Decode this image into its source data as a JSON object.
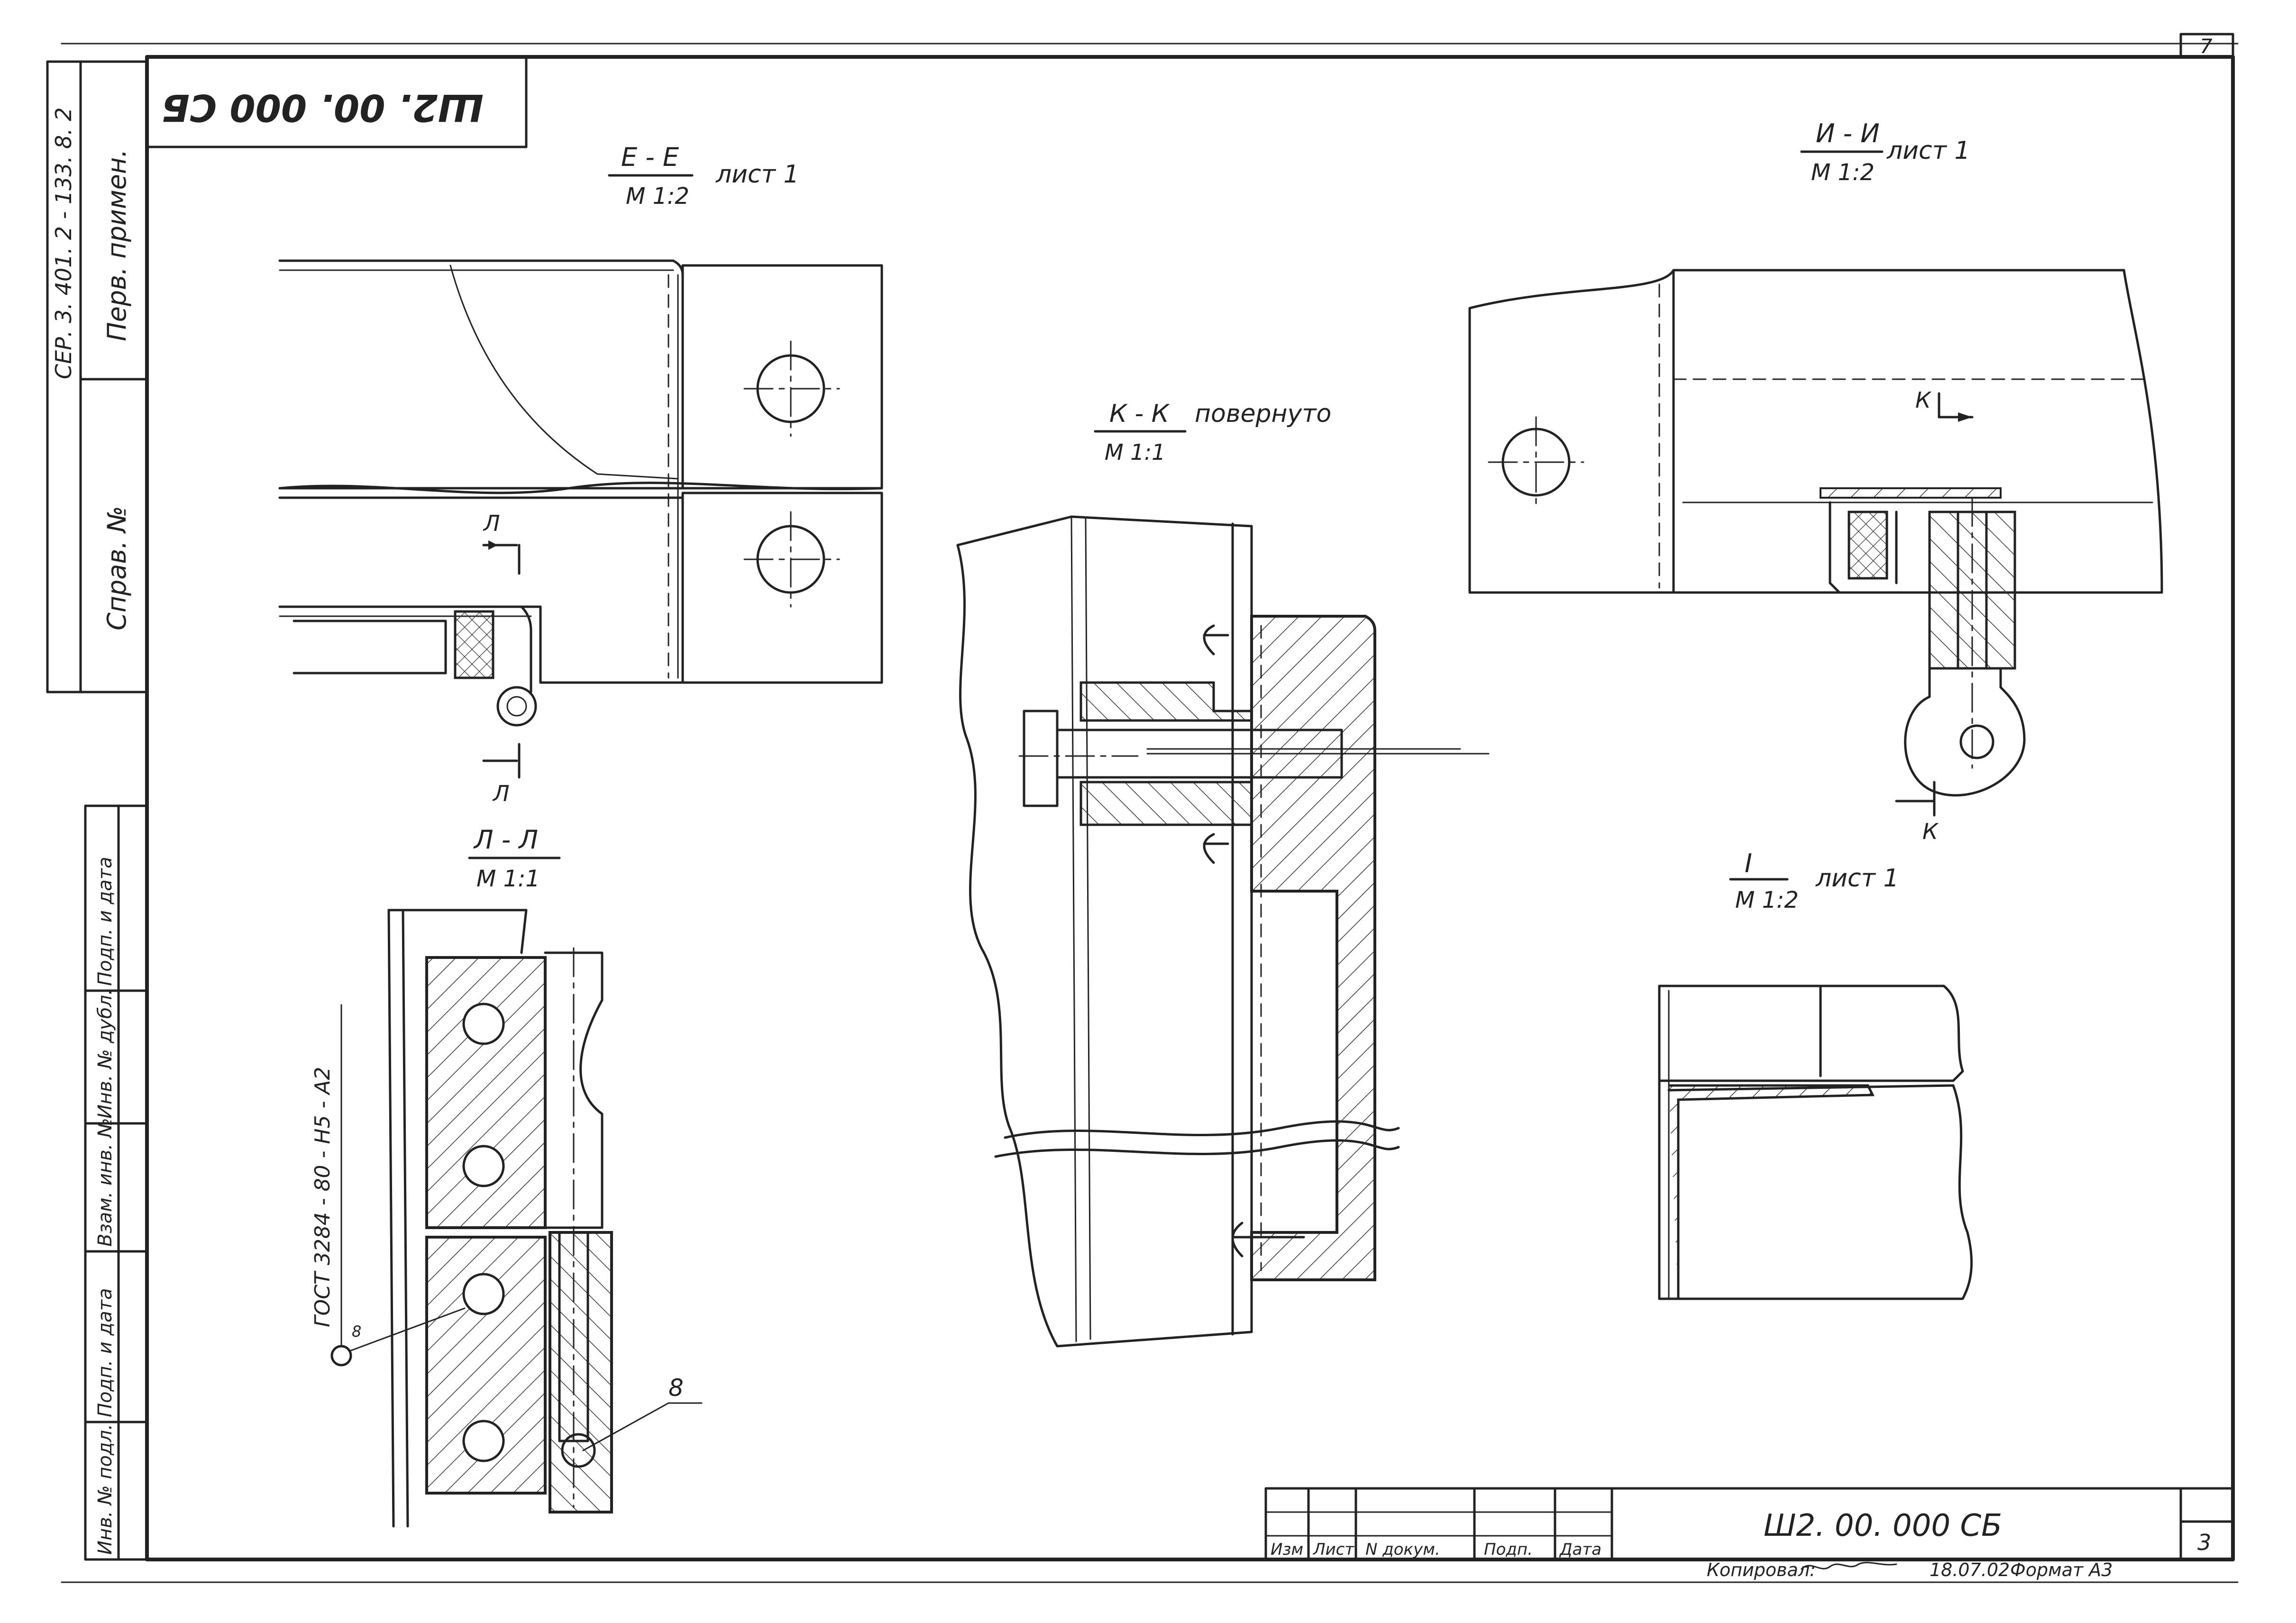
{
  "sheet": {
    "corner_sheet_no": "7",
    "designation_rotated": "Ш2. 00. 000 СБ",
    "series_rotated": "СЕР. 3. 401. 2 - 133. 8. 2",
    "left_column": [
      "Перв. примен.",
      "Справ. №"
    ],
    "left_strip": [
      "Инв. № подл.",
      "Подп. и дата",
      "Взам. инв. №",
      "Инв. № дубл.",
      "Подп. и дата"
    ],
    "copied_by": "Копировал:",
    "copy_date": "18.07.02",
    "format": "Формат А3"
  },
  "title_block": {
    "designation": "Ш2. 00. 000 СБ",
    "sheet_no": "3",
    "columns": [
      "Изм",
      "Лист",
      "N докум.",
      "Подп.",
      "Дата"
    ]
  },
  "views": {
    "ee": {
      "name": "Е - Е",
      "scale": "М 1:2",
      "note": "лист 1"
    },
    "ii": {
      "name": "И - И",
      "scale": "М 1:2",
      "note": "лист 1"
    },
    "kk": {
      "name": "К - К",
      "scale": "М 1:1",
      "note": "повернуто"
    },
    "ll": {
      "name": "Л - Л",
      "scale": "М 1:1"
    },
    "i_detail": {
      "name": "I",
      "scale": "М 1:2",
      "note": "лист 1"
    }
  },
  "markers": {
    "l_top": "Л",
    "l_bottom": "Л",
    "k_top": "К",
    "k_bottom": "К"
  },
  "callouts": {
    "gost": "ГОСТ 3284 - 80 - Н5 - А2",
    "pos8": "8",
    "pos_circle": "8"
  }
}
